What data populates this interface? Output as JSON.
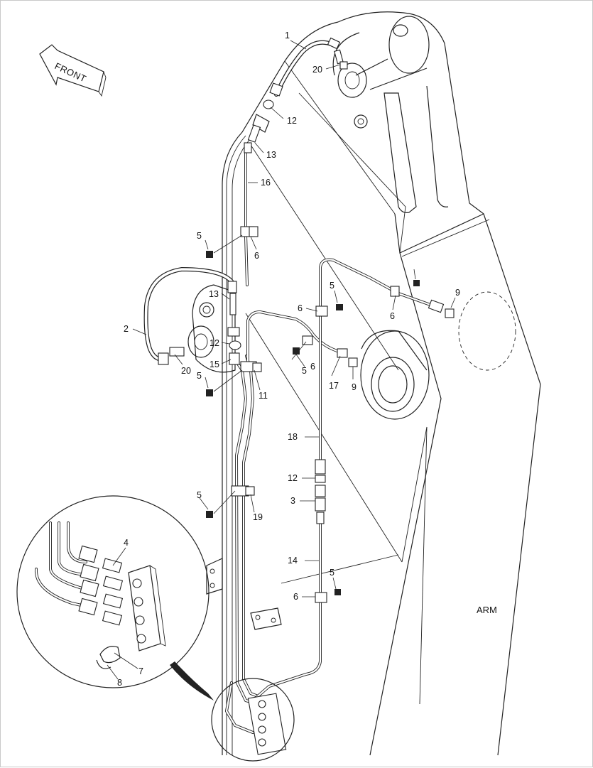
{
  "diagram": {
    "arm_label": "ARM",
    "front_label": "FRONT",
    "part_labels": [
      "1",
      "20",
      "12",
      "13",
      "16",
      "5",
      "6",
      "2",
      "13",
      "12",
      "15",
      "20",
      "5",
      "11",
      "5",
      "6",
      "6",
      "5",
      "6",
      "9",
      "17",
      "9",
      "18",
      "12",
      "3",
      "5",
      "19",
      "14",
      "5",
      "6",
      "4",
      "7",
      "8"
    ]
  }
}
